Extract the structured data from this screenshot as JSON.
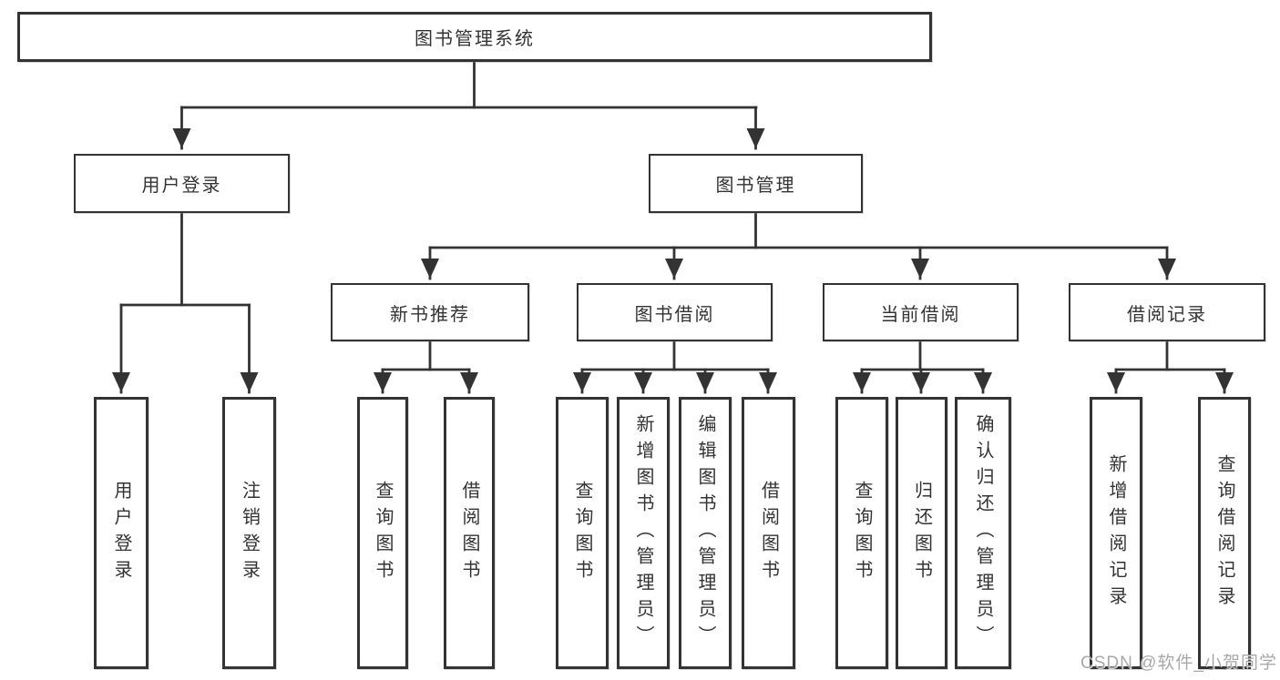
{
  "diagram_title": "图书管理系统",
  "tree": {
    "label": "图书管理系统",
    "children": [
      {
        "label": "用户登录",
        "children": [
          {
            "label": "用户登录"
          },
          {
            "label": "注销登录"
          }
        ]
      },
      {
        "label": "图书管理",
        "children": [
          {
            "label": "新书推荐",
            "children": [
              {
                "label": "查询图书"
              },
              {
                "label": "借阅图书"
              }
            ]
          },
          {
            "label": "图书借阅",
            "children": [
              {
                "label": "查询图书"
              },
              {
                "label": "新增图书（管理员）"
              },
              {
                "label": "编辑图书（管理员）"
              },
              {
                "label": "借阅图书"
              }
            ]
          },
          {
            "label": "当前借阅",
            "children": [
              {
                "label": "查询图书"
              },
              {
                "label": "归还图书"
              },
              {
                "label": "确认归还（管理员）"
              }
            ]
          },
          {
            "label": "借阅记录",
            "children": [
              {
                "label": "新增借阅记录"
              },
              {
                "label": "查询借阅记录"
              }
            ]
          }
        ]
      }
    ]
  },
  "watermark": {
    "text": "CSDN @软件_小贺同学"
  },
  "colors": {
    "line": "#333333",
    "text": "#333333",
    "box_background": "#ffffff",
    "page_background": "#ffffff",
    "watermark": "#9e9e9e"
  }
}
